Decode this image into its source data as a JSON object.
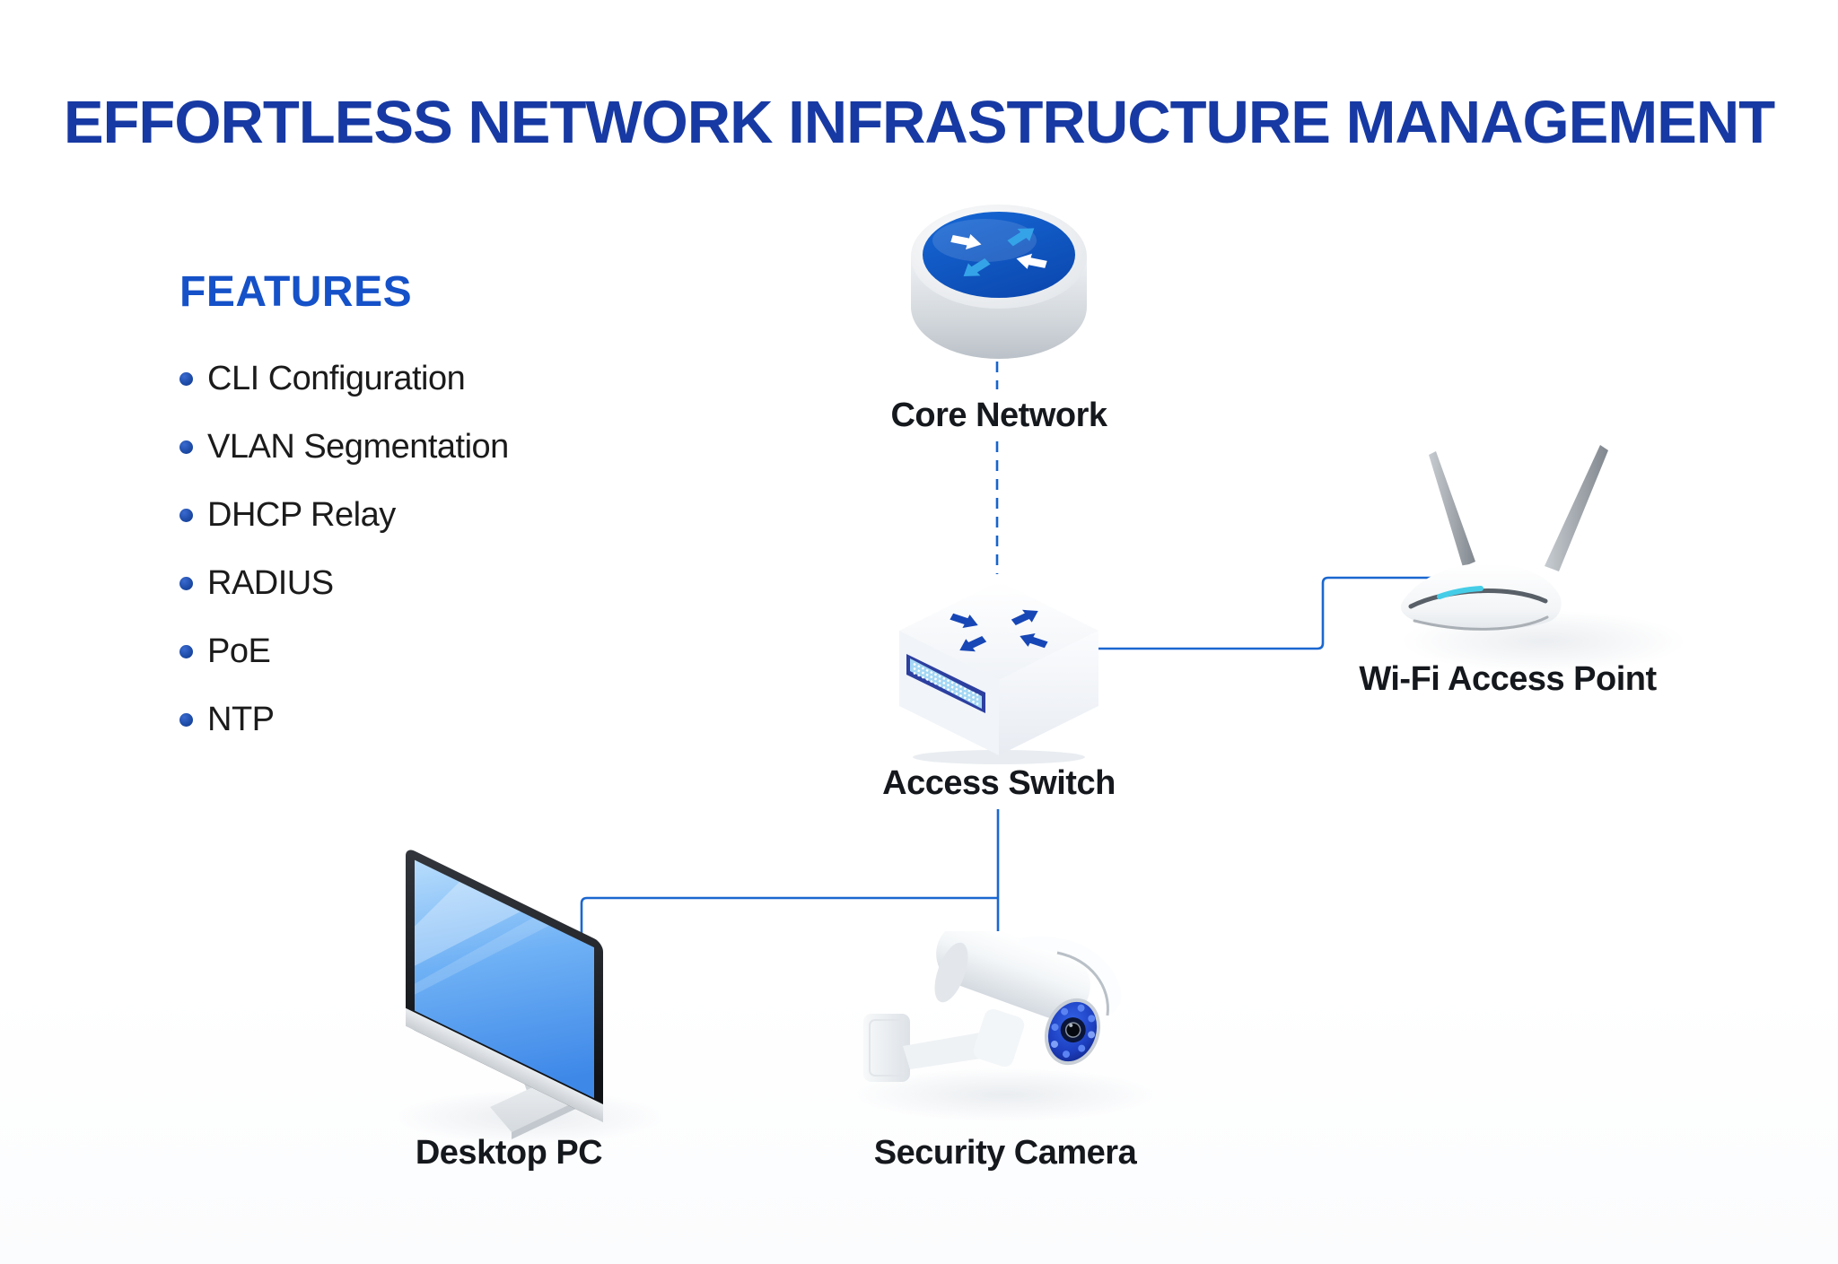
{
  "title": "EFFORTLESS NETWORK INFRASTRUCTURE MANAGEMENT",
  "features": {
    "heading": "FEATURES",
    "items": [
      "CLI Configuration",
      "VLAN Segmentation",
      "DHCP Relay",
      "RADIUS",
      "PoE",
      "NTP"
    ]
  },
  "diagram": {
    "nodes": [
      {
        "id": "core-network",
        "label": "Core Network",
        "icon": "router-icon"
      },
      {
        "id": "access-switch",
        "label": "Access Switch",
        "icon": "switch-icon"
      },
      {
        "id": "wifi-access-point",
        "label": "Wi-Fi Access Point",
        "icon": "wireless-router-icon"
      },
      {
        "id": "desktop-pc",
        "label": "Desktop PC",
        "icon": "monitor-icon"
      },
      {
        "id": "security-camera",
        "label": "Security Camera",
        "icon": "cctv-camera-icon"
      }
    ],
    "connections": [
      {
        "from": "core-network",
        "to": "access-switch",
        "style": "dashed"
      },
      {
        "from": "access-switch",
        "to": "wifi-access-point",
        "style": "solid"
      },
      {
        "from": "access-switch",
        "to": "desktop-pc",
        "style": "solid"
      },
      {
        "from": "access-switch",
        "to": "security-camera",
        "style": "solid"
      }
    ]
  },
  "colors": {
    "title_blue": "#1739A3",
    "features_blue": "#1551C8",
    "text_dark": "#15181D",
    "line_blue": "#1A67D0",
    "device_blue": "#0C4AB2",
    "arrow_light_blue": "#35A3E8",
    "accent_cyan": "#45CDE8"
  }
}
